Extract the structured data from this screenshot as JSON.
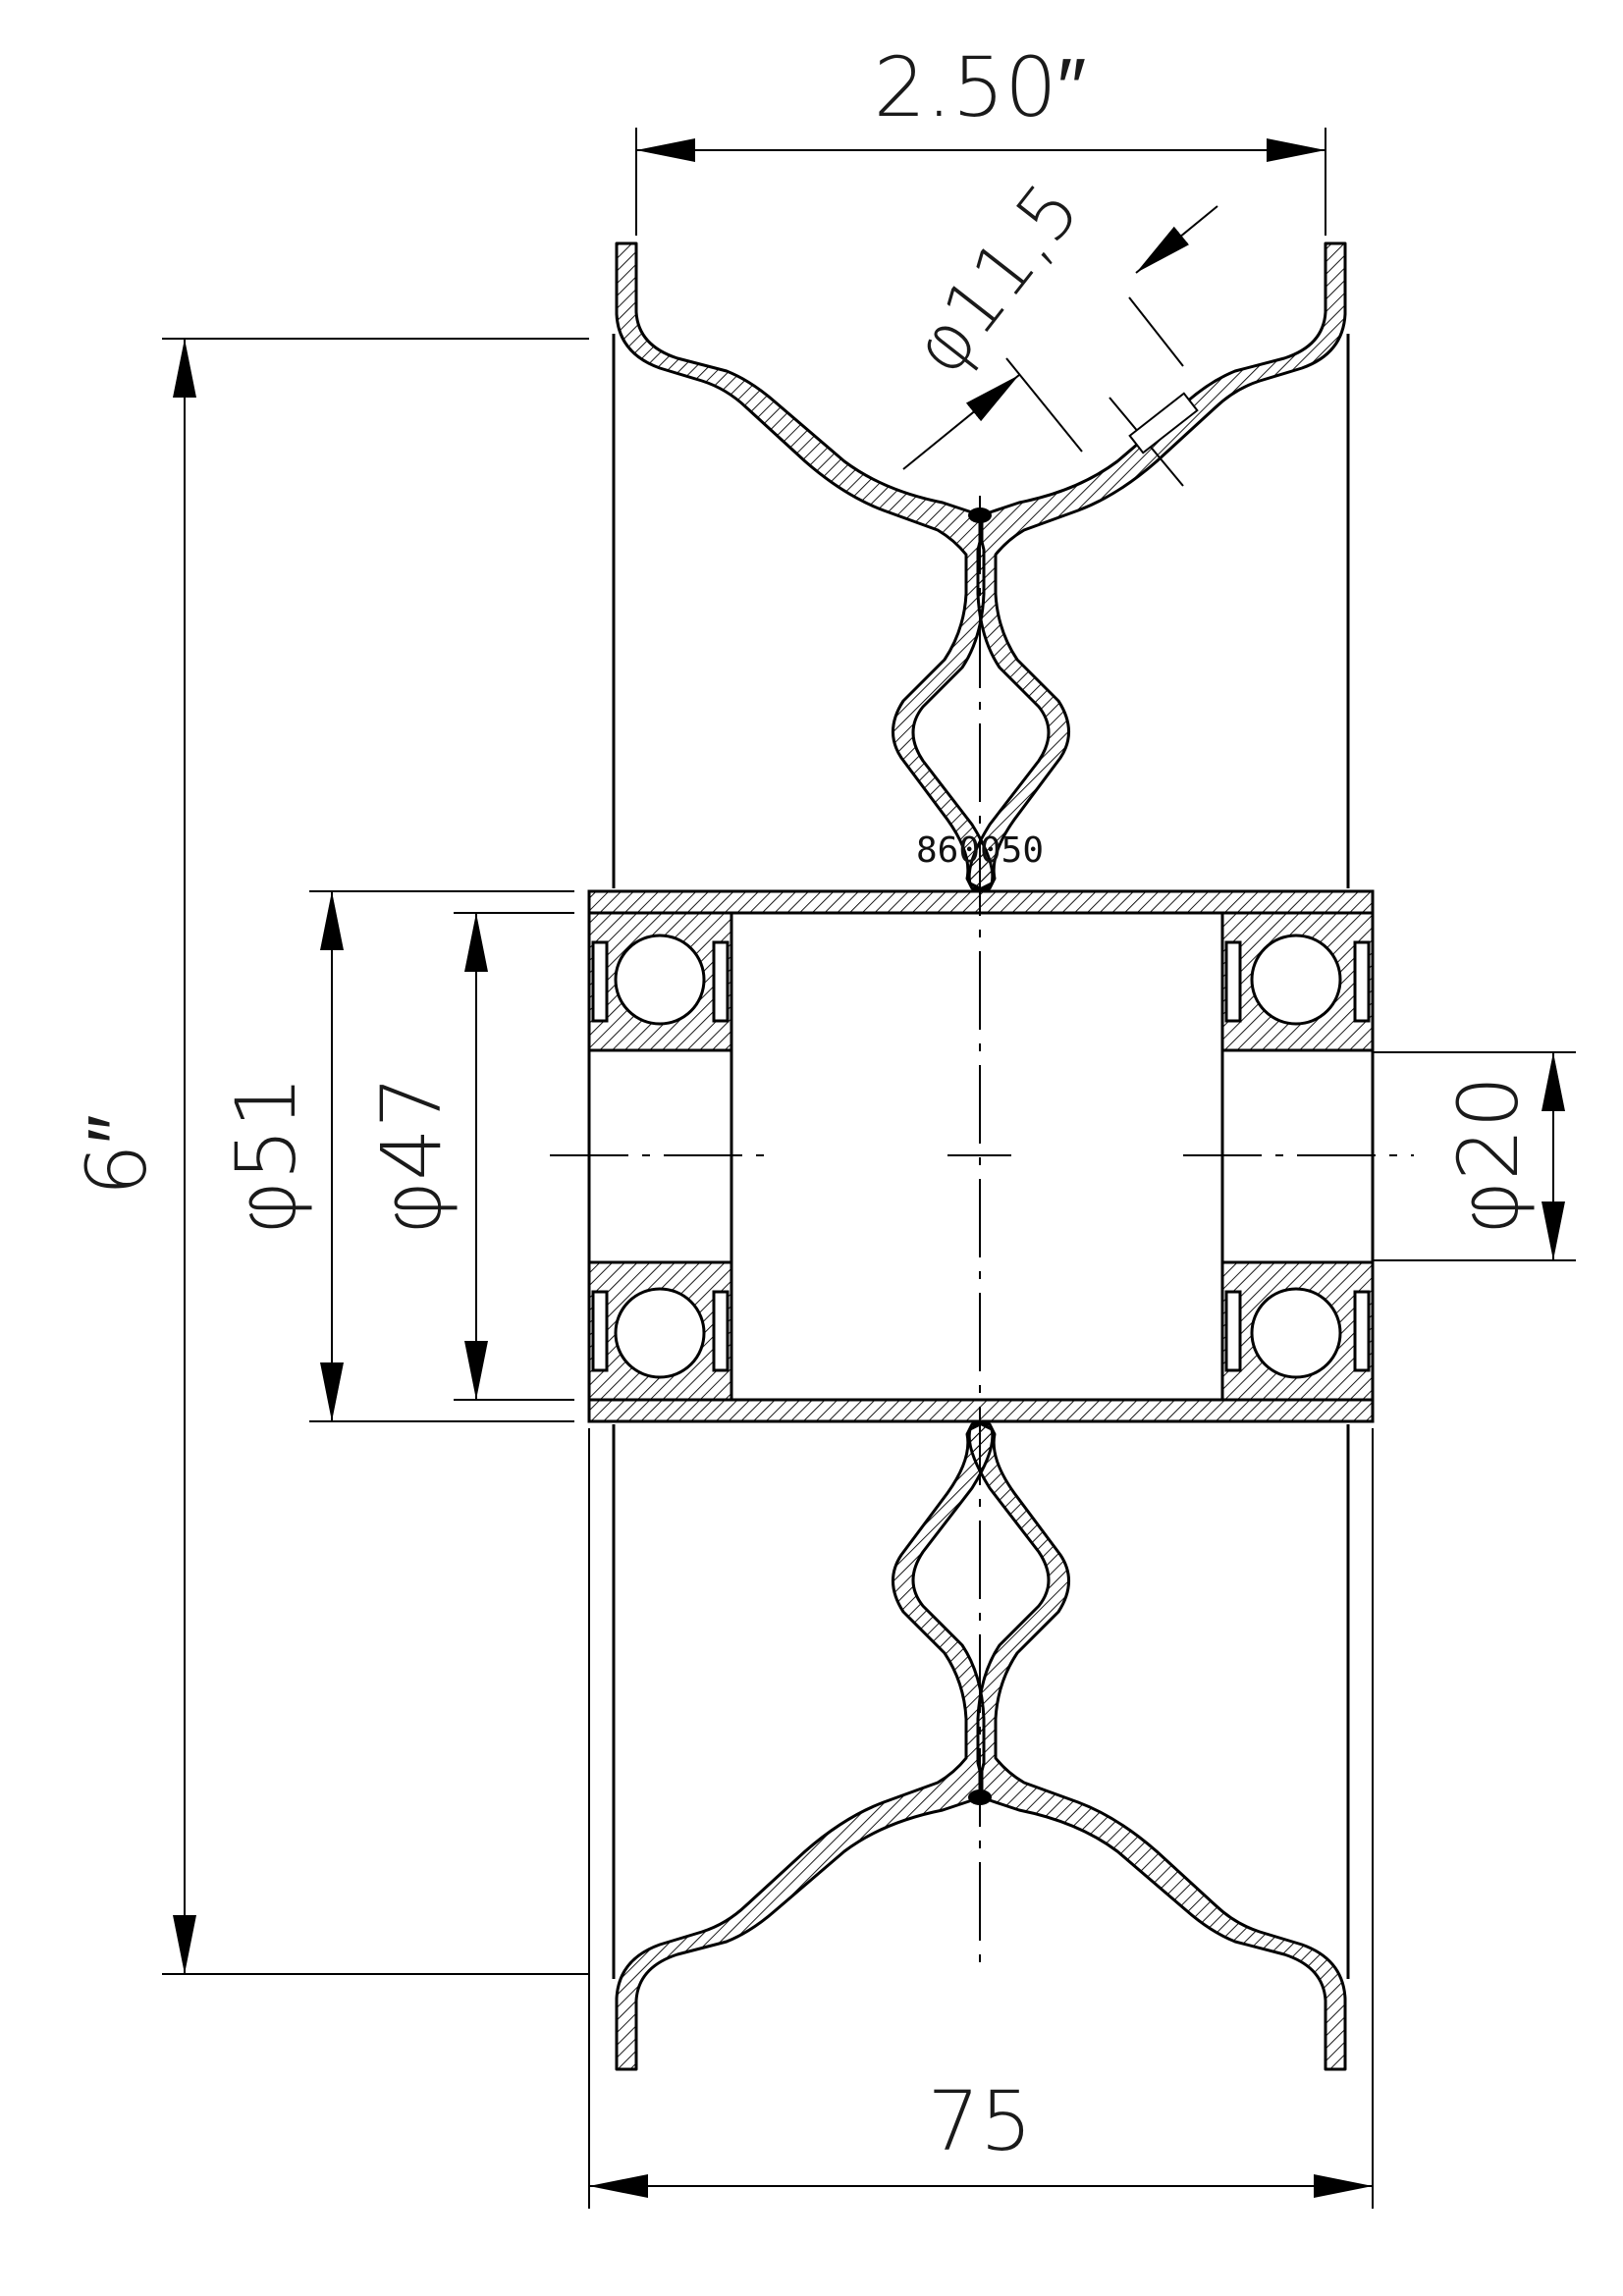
{
  "part_number": "860050",
  "dimensions": {
    "rim_width": "2.50″",
    "wheel_diameter": "6″",
    "hub_length": "75",
    "tube_outer_diameter": "φ51",
    "bearing_bore_diameter": "φ47",
    "axle_bore_diameter": "φ20",
    "valve_hole_diameter": "φ11,5"
  },
  "colors": {
    "line": "#000000",
    "paper": "#ffffff"
  }
}
